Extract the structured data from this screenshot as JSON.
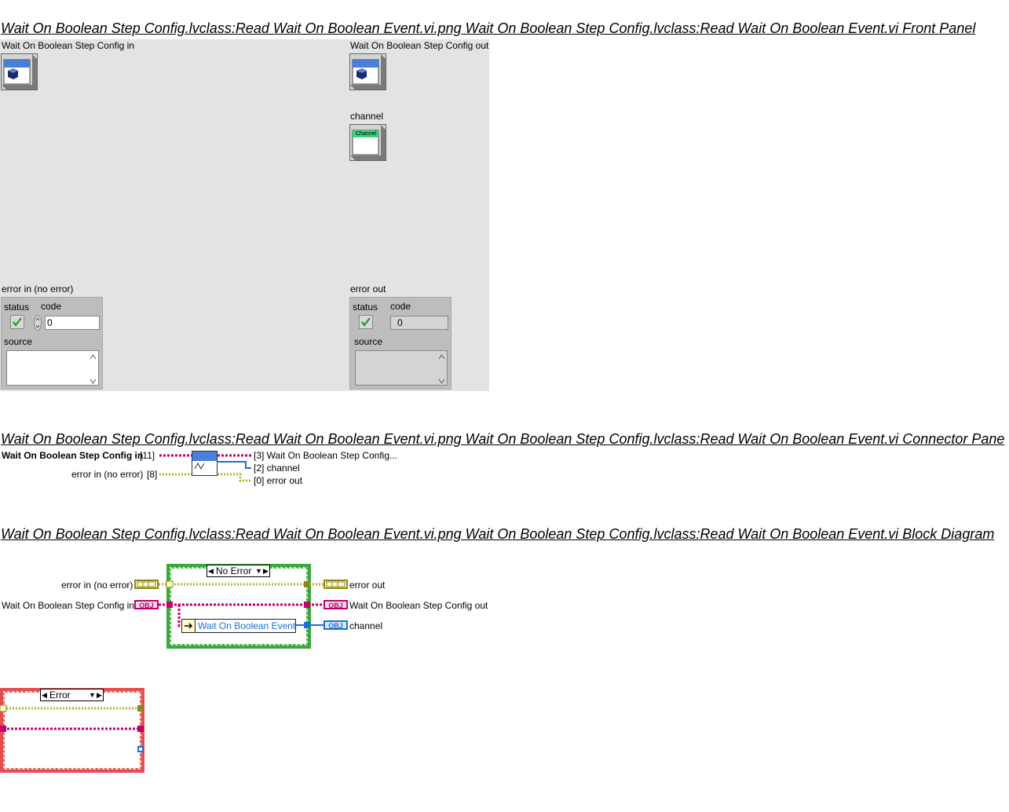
{
  "sections": {
    "front_panel_title": "Wait On Boolean Step Config.lvclass:Read Wait On Boolean Event.vi.png  Wait On Boolean Step Config.lvclass:Read Wait On Boolean Event.vi Front Panel",
    "connector_pane_title": "Wait On Boolean Step Config.lvclass:Read Wait On Boolean Event.vi.png  Wait On Boolean Step Config.lvclass:Read Wait On Boolean Event.vi Connector Pane",
    "block_diagram_title": "Wait On Boolean Step Config.lvclass:Read Wait On Boolean Event.vi.png  Wait On Boolean Step Config.lvclass:Read Wait On Boolean Event.vi Block Diagram"
  },
  "front_panel": {
    "config_in_label": "Wait On Boolean Step Config in",
    "config_out_label": "Wait On Boolean Step Config out",
    "channel_label": "channel",
    "channel_icon_text": "Channel",
    "error_in": {
      "label": "error in (no error)",
      "status_label": "status",
      "code_label": "code",
      "code_value": "0",
      "source_label": "source"
    },
    "error_out": {
      "label": "error out",
      "status_label": "status",
      "code_label": "code",
      "code_value": "0",
      "source_label": "source"
    }
  },
  "connector_pane": {
    "in_config": "Wait On Boolean Step Config in",
    "in_config_index": "[11]",
    "in_error": "error in (no error)",
    "in_error_index": "[8]",
    "out_config": "[3] Wait On Boolean Step Config...",
    "out_channel": "[2] channel",
    "out_error": "[0] error out"
  },
  "block_diagram": {
    "error_in_label": "error in (no error)",
    "config_in_label": "Wait On Boolean Step Config in",
    "error_out_label": "error out",
    "config_out_label": "Wait On Boolean Step Config out",
    "channel_label": "channel",
    "case_no_error": "No Error",
    "case_error": "Error",
    "unbundle_field": "Wait On Boolean Event",
    "obj_text": "OBJ",
    "colors": {
      "error_wire": "#b5b526",
      "object_wire": "#c4006b",
      "channel_wire": "#1d6fd6",
      "case_green": "#3aa83a",
      "case_red": "#e05050"
    }
  }
}
